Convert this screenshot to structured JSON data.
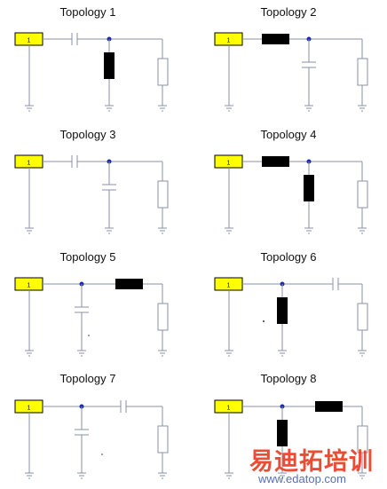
{
  "topologies": [
    {
      "title": "Topology 1",
      "port_label": "1"
    },
    {
      "title": "Topology 2",
      "port_label": "1"
    },
    {
      "title": "Topology 3",
      "port_label": "1"
    },
    {
      "title": "Topology 4",
      "port_label": "1"
    },
    {
      "title": "Topology 5",
      "port_label": "1"
    },
    {
      "title": "Topology 6",
      "port_label": "1"
    },
    {
      "title": "Topology 7",
      "port_label": "1"
    },
    {
      "title": "Topology 8",
      "port_label": "1"
    }
  ],
  "watermark": {
    "chinese": "易迪拓培训",
    "url": "www.edatop.com"
  },
  "colors": {
    "port_fill": "#ffff00",
    "wire": "#8a8fa8",
    "node": "#1a2bb0",
    "inductor": "#000000"
  }
}
